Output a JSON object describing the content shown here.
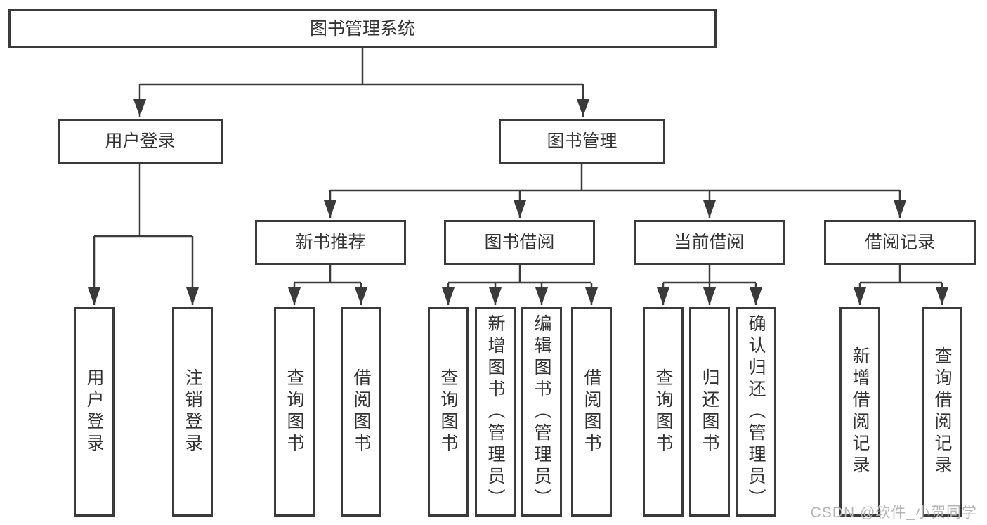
{
  "nodes": {
    "root": {
      "label": "图书管理系统"
    },
    "user_login": {
      "label": "用户登录"
    },
    "book_management": {
      "label": "图书管理"
    },
    "new_book_recommend": {
      "label": "新书推荐"
    },
    "book_borrowing": {
      "label": "图书借阅"
    },
    "current_borrowing": {
      "label": "当前借阅"
    },
    "borrowing_records": {
      "label": "借阅记录"
    },
    "leaf_user_login": {
      "label": "用户登录"
    },
    "leaf_logout": {
      "label": "注销登录"
    },
    "leaf_nb_query_books": {
      "label": "查询图书"
    },
    "leaf_nb_borrow_books": {
      "label": "借阅图书"
    },
    "leaf_bb_query_books": {
      "label": "查询图书"
    },
    "leaf_bb_add_books": {
      "label": "新增图书（管理员）"
    },
    "leaf_bb_edit_books": {
      "label": "编辑图书（管理员）"
    },
    "leaf_bb_borrow_books": {
      "label": "借阅图书"
    },
    "leaf_cb_query_books": {
      "label": "查询图书"
    },
    "leaf_cb_return_books": {
      "label": "归还图书"
    },
    "leaf_cb_confirm_return": {
      "label": "确认归还（管理员）"
    },
    "leaf_br_add_record": {
      "label": "新增借阅记录"
    },
    "leaf_br_query_record": {
      "label": "查询借阅记录"
    }
  },
  "watermark": {
    "text": "CSDN @软件_小贺同学"
  },
  "colors": {
    "line": "#3a3a3a",
    "text": "#333333",
    "background": "#ffffff",
    "watermark": "#b5b5b5"
  }
}
